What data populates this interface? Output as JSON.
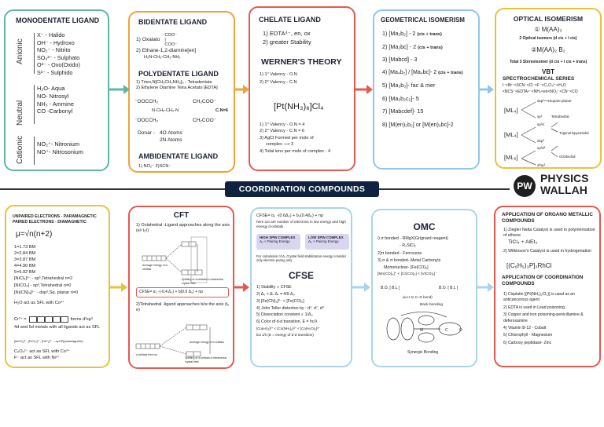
{
  "banner": "COORDINATION COMPOUNDS",
  "logo": {
    "mark": "PW",
    "line1": "PHYSICS",
    "line2": "WALLAH"
  },
  "monodentate": {
    "title": "MONODENTATE LIGAND",
    "groups": [
      {
        "label": "Anionic",
        "items": [
          "X⁻ - Halido",
          "OH⁻ - Hydroxo",
          "NO₂⁻ - Nitrito",
          "SO₄²⁻ - Sulphato",
          "O²⁻ - Oxo(Oxido)",
          "S²⁻ - Sulphido"
        ]
      },
      {
        "label": "Neutral",
        "items": [
          "H₂O- Aqua",
          "NO- Nitrosyl",
          "NH₃ - Ammine",
          "CO -Carbonyl"
        ]
      },
      {
        "label": "Cationic",
        "items": [
          "NO₂⁺- Nitronium",
          "NO⁺- Nitrosonium"
        ]
      }
    ]
  },
  "bidentate": {
    "title": "BIDENTATE LIGAND",
    "items": [
      "1) Oxalato",
      "2) Ethane-1,2-diamine[en]",
      "H₂N-CH₂-CH₂-NH₂"
    ],
    "oxalate": [
      "COO⁻",
      "COO⁻"
    ],
    "poly_title": "POLYDENTATE LIGAND",
    "poly_items": [
      "1) Trien,N[CH₂CH₂NH₂]₃ - Tetradentate",
      "2) Ethylene Diamine Tetra Acetato [EDTA]"
    ],
    "edta": [
      "⁻OOCCH₂",
      "N-CH₂-CH₂-N",
      "CH₂COO⁻",
      "⁻OOCCH₂",
      "CH₂COO⁻"
    ],
    "cn": "C.N=6",
    "donor_label": "Donar -",
    "donor": [
      "4O Atoms",
      "2N Atoms"
    ],
    "ambi_title": "AMBIDENTATE LIGAND",
    "ambi": "1) NO₂⁻ 2)SCN⁻"
  },
  "chelate": {
    "title": "CHELATE LIGAND",
    "items": [
      "1)  EDTA⁴⁻, en, ox",
      "2)  greater Stability"
    ],
    "werner_title": "WERNER'S THEORY",
    "werner": [
      "1) 1° Valency - O.N",
      "2) 2° Valency - C.N"
    ],
    "formula": "[Pt(NH₃)₆]Cl₄",
    "points": [
      "1) 1° Valency - O.N = 4",
      "2) 2° Valency - C.N = 6",
      "3) AgCl Formed per mole of",
      "complex ⟶ 3",
      "4) Total ions  per mole  of complex - 4"
    ]
  },
  "geometric": {
    "title": "GEOMETRICAL ISOMERISM",
    "items": [
      {
        "t": "1) [Ma₂b₂] - 2",
        "n": "(cis + trans)"
      },
      {
        "t": "2) [Ma₂bc] - 2",
        "n": "(cis + trans)"
      },
      {
        "t": "3) [Mabcd] - 3",
        "n": ""
      },
      {
        "t": "4) [Ma₄b₂] / [Ma₄bc]- 2",
        "n": "(cis + trans)"
      },
      {
        "t": "5) [Ma₃b₃]- fac & mer",
        "n": ""
      },
      {
        "t": "6) [Ma₂b₂c₂]- 5",
        "n": ""
      },
      {
        "t": "7) [Mabcdef]- 15",
        "n": ""
      },
      {
        "t": "8) [M(en)₂b₂] or [M(en)₂bc]-2",
        "n": ""
      }
    ]
  },
  "optical": {
    "title": "OPTICAL ISOMERISM",
    "l1": "① M(AA)₃",
    "l1n": "2 Optical isomers (d cis + l cis)",
    "l2": "②M(AA)₂ B₂",
    "l2n": "Total 3 Stereoisomer (d cis + l cis + trans)",
    "vbt": "VBT",
    "series_title": "SPECTROCHEMICAL SERIES",
    "series1": "I⁻<Br⁻<SCN⁻<Cl⁻<F⁻<C₂O₄²⁻<H₂O",
    "series2": "<NCS⁻<EDTA⁴⁻<NH₃<en<NO₂⁻<CN⁻<CO",
    "ml": "[ML₄]",
    "ml6": "[ML₆]",
    "hyb": [
      "dsp²⟶Square planar",
      "sp³",
      "sp³d²",
      "d²sp³"
    ],
    "geo": [
      "Tetrahedral",
      "Octahedral"
    ],
    "orbitals": [
      "sp³d",
      "dsp³",
      "Trigonal bipyramidal"
    ]
  },
  "magnetic": {
    "title1": "UNPAIRED ELECTRONS - PARAMAGNETIC",
    "title2": "PAIRED ELECTRONS - DIAMAGNETIC",
    "formula": "μ=√n(n+2)",
    "values": [
      "1=1.73 BM",
      "2=2.84 BM",
      "3=3.87 BM",
      "4=4.90 BM",
      "5=5.92 BM"
    ],
    "ni": [
      "[NiCl₄]²⁻ - sp³,Tetrahedral n=2",
      "[NiCO₄] - sp³,Tetrahedral n=0",
      "[Ni(CN)₄]²⁻ - dsp²,Sq. planar n=0"
    ],
    "h2o": "H₂O act as SFL with Co³⁺",
    "cr": "Cr³⁺ =",
    "cr_tail": "forms d²sp³",
    "d45": "4d and 5d metals with all ligands act as SFL",
    "mn": "[MnCl₆]³⁻, [FeCl₆]³⁻, [FeF₆]³⁻ →sp³d²(paramagnetic)",
    "c2o4": "C₂O₄²⁻ act as SFL with Co³⁺",
    "f": "F⁻ act as SFL with Ni²⁺"
  },
  "cft": {
    "title": "CFT",
    "l1": "1) Octahedral -Ligand approaches along the axis (eᵍ t₂ᵍ)",
    "cfse": "CFSE= α₀ -(-0.4 Δ₀) + b(0.6 Δ₀) + np",
    "l2": "2)Tetrahedral -ligand approaches b/w the axis (t₂ e)",
    "cap1": "Average energy of d-orbitals",
    "cap2": "Splitting of d-orbitals in octahedral crystal field",
    "cap3": "d-orbitals free ion",
    "cap4": "Splitting of d-orbitals in tetrahedral crystal field"
  },
  "cfse_card": {
    "header": "CFSE= α₀ -(0.6Δ₀) + b₃(0.4Δ₀) + np",
    "note": "here a,b are number of electrons in low energy and high energy d-orbitals",
    "high": "HIGH SPIN COMPLEX",
    "high2": "Δ₀ < Pairing Energy",
    "low": "LOW SPIN COMPLEX",
    "low2": "Δ₀ > Pairing Energy",
    "calc": "For calculation of Δₜ Crystal field stabilization energy consider only electron paring only",
    "title": "CFSE",
    "items": [
      "1) Stability ∝ CFSE",
      "2) Δ₀ > Δₜ    Δₜ = 4/9 Δ₀",
      "3) [Fe(CN)₆]³⁻ < [Fe(CO)₅]",
      "4) John Teller distortion by - d⁴, d⁷, d⁹",
      "5) Dissociation constant ∝ 1/Δ₀",
      "6) Color of d-d transition, E = hc/λ",
      "[Co(en)₃]³⁺ < [Co(NH₃)₆]³⁺ < [Co(H₂O)₆]³⁺",
      "Eα 1/λ (E = energy of d-d transition)"
    ]
  },
  "omc": {
    "title": "OMC",
    "items": [
      "i) σ bonded - RMgX(Grignard reagent)",
      "- R₄SiCl₂",
      "2)π bonded - Ferrocene",
      "3)  σ  & π bonded- Metal Carbonyls",
      "Mononuclear- [Fe(CO)₅]",
      "[Mn(CO)₆]⁺ < [Cr(CO)₆] < [V(CO)₆]⁻"
    ],
    "bo": [
      "B.O. [ B.L ]",
      "B.O. [ B.L ]"
    ],
    "wrt": "(w.r.t to C–O bond)",
    "back": "Back bonding",
    "syn": "Synergic Bonding"
  },
  "apps": {
    "t1": "APPLICATION OF ORGANO METALLIC COMPOUNDS",
    "a1": "1) Ziegler Natta Catalyst is used in polymerisation of ethene",
    "a1f": "TiCl₄ + AlEt₃",
    "a2": "2) Wilkinson's Catalyst is used in hydrogenation",
    "a2f": "[(C₆H₅)₃P]₃RhCl",
    "t2": "APPLICATION OF COORDINATION COMPOUNDS",
    "list": [
      "1) Cisplatin [(Pt(NH₃)₂Cl₂)] is used as an anticancerous agent",
      "2) EDTA is used in Lead poisoning",
      "3) Copper and iron poisoning-penicillamine & deferoxamine",
      "4) Vitamin B-12 - Cobalt",
      "5) Chlorophyll - Magnesium",
      "6) Carboxy peptidase- Zinc"
    ]
  }
}
